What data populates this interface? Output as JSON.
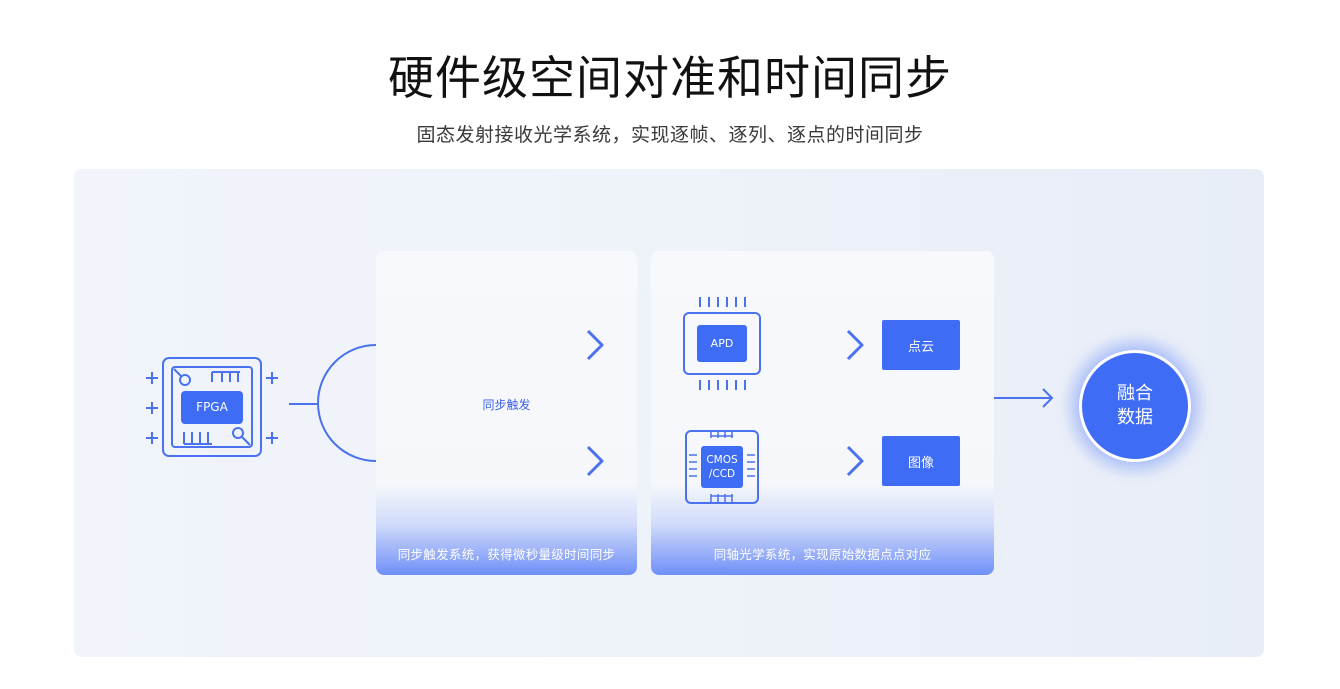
{
  "header": {
    "title": "硬件级空间对准和时间同步",
    "subtitle": "固态发射接收光学系统，实现逐帧、逐列、逐点的时间同步"
  },
  "fpga": {
    "label": "FPGA"
  },
  "sync_card": {
    "label": "同步触发",
    "caption": "同步触发系统，获得微秒量级时间同步"
  },
  "optics_card": {
    "apd_label": "APD",
    "cmos_label_line1": "CMOS",
    "cmos_label_line2": "/CCD",
    "point_cloud_label": "点云",
    "image_label": "图像",
    "caption": "同轴光学系统，实现原始数据点点对应"
  },
  "fusion": {
    "line1": "融合",
    "line2": "数据"
  },
  "colors": {
    "accent": "#3e6cf5",
    "line": "#4a72ee",
    "panel_bg": "#eef2f9"
  }
}
